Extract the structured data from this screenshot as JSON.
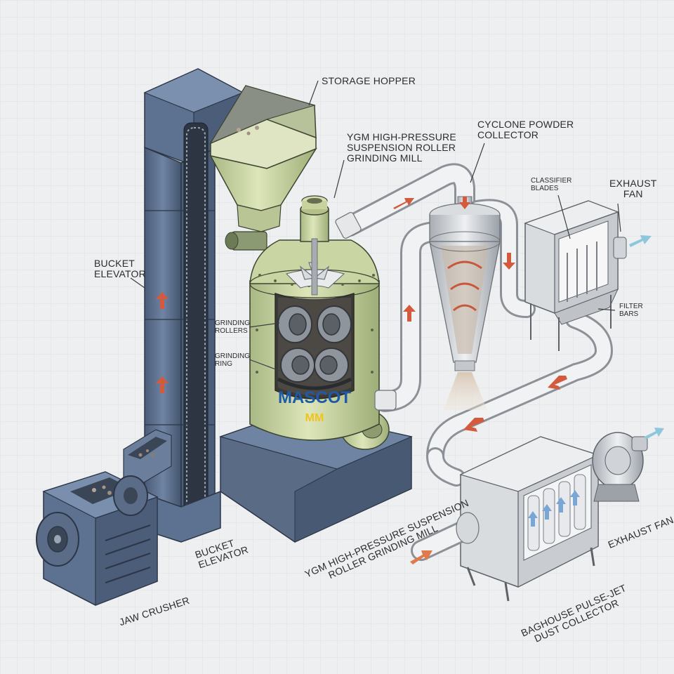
{
  "labels": {
    "storage_hopper": "STORAGE HOPPER",
    "mill_top_1": "YGM HIGH-PRESSURE",
    "mill_top_2": "SUSPENSION ROLLER",
    "mill_top_3": "GRINDING MILL",
    "cyclone_1": "CYCLONE POWDER",
    "cyclone_2": "COLLECTOR",
    "classifier_1": "CLASSIFIER",
    "classifier_2": "BLADES",
    "exhaust_top_1": "EXHAUST",
    "exhaust_top_2": "FAN",
    "filter_1": "FILTER",
    "filter_2": "BARS",
    "bucket_left_1": "BUCKET",
    "bucket_left_2": "ELEVATOR",
    "rollers_1": "GRINDING",
    "rollers_2": "ROLLERS",
    "ring_1": "GRINDING",
    "ring_2": "RING",
    "bucket_bottom_1": "BUCKET",
    "bucket_bottom_2": "ELEVATOR",
    "jaw": "JAW CRUSHER",
    "mill_bottom_1": "YGM HIGH-PRESSURE SUSPENSION",
    "mill_bottom_2": "ROLLER GRINDING MILL",
    "baghouse_1": "BAGHOUSE PULSE-JET",
    "baghouse_2": "DUST COLLECTOR",
    "exhaust_bottom": "EXHAUST FAN"
  },
  "logo": {
    "word": "MASCOT",
    "sub": "MM"
  },
  "colors": {
    "background": "#eeeff0",
    "steel_blue": "#5d7291",
    "mill_green": "#c9d5a2",
    "pipe_white": "#e4e6e8",
    "flow_arrow": "#c9573d",
    "exhaust_arrow": "#8ec7dc",
    "logo_blue": "#1e5aa8",
    "logo_yellow": "#f2c21d"
  }
}
